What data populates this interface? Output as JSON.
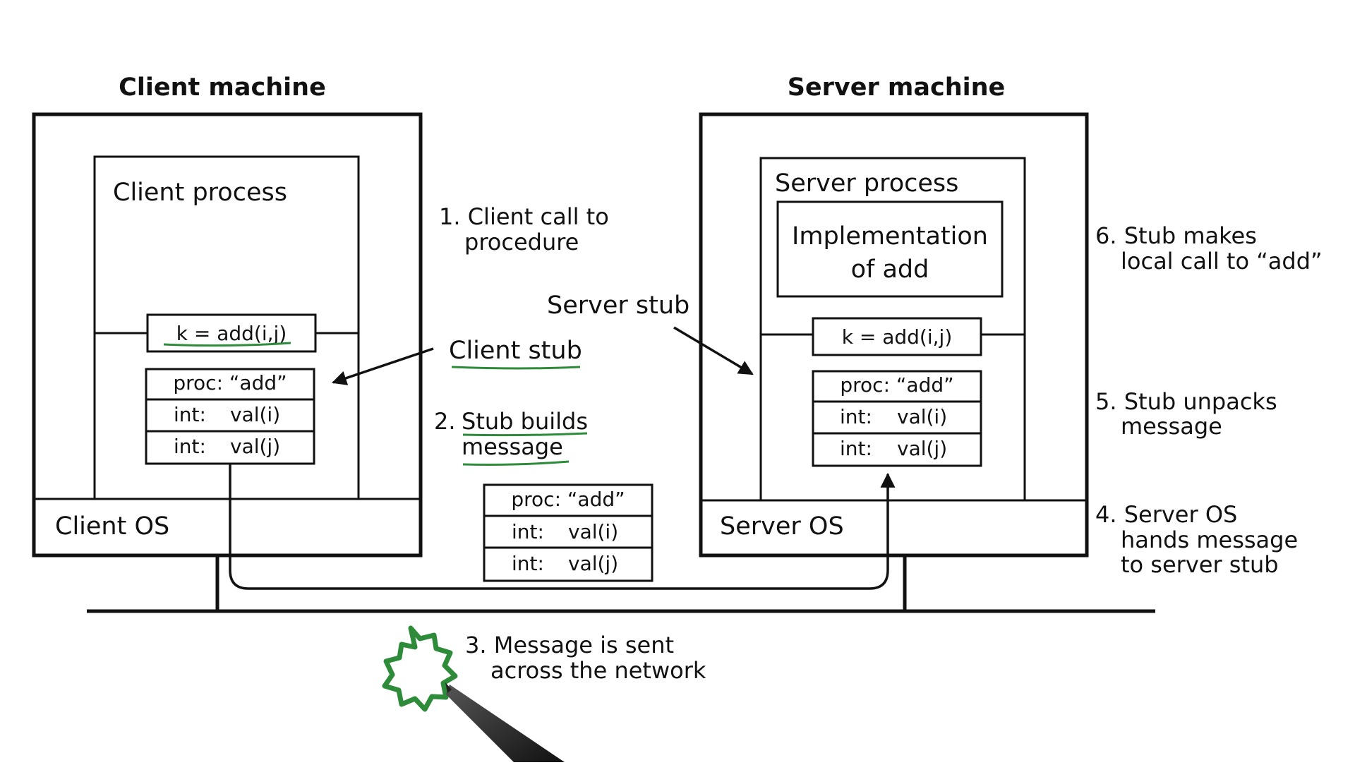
{
  "client": {
    "machine_title": "Client machine",
    "process_label": "Client process",
    "os_label": "Client OS",
    "stub_label": "Client stub",
    "call": "k = add(i,j)",
    "message": {
      "proc": "proc: “add”",
      "int_label": "int:",
      "val_i": "val(i)",
      "val_j": "val(j)"
    }
  },
  "server": {
    "machine_title": "Server machine",
    "process_label": "Server process",
    "impl_line1": "Implementation",
    "impl_line2": "of add",
    "os_label": "Server OS",
    "stub_label": "Server stub",
    "call": "k = add(i,j)",
    "message": {
      "proc": "proc: “add”",
      "int_label": "int:",
      "val_i": "val(i)",
      "val_j": "val(j)"
    }
  },
  "network_message": {
    "proc": "proc: “add”",
    "int_label": "int:",
    "val_i": "val(i)",
    "val_j": "val(j)"
  },
  "steps": {
    "s1": {
      "line1": "1. Client call to",
      "line2": "procedure"
    },
    "s2": {
      "num": "2.",
      "line1": "Stub builds",
      "line2": "message"
    },
    "s3": {
      "line1": "3. Message is sent",
      "line2": "across the network"
    },
    "s4": {
      "line1": "4. Server OS",
      "line2": "hands message",
      "line3": "to server stub"
    },
    "s5": {
      "line1": "5. Stub unpacks",
      "line2": "message"
    },
    "s6": {
      "line1": "6. Stub makes",
      "line2": "local call to “add”"
    }
  },
  "colors": {
    "ink": "#111111",
    "highlight_green": "#2e8b3a"
  }
}
